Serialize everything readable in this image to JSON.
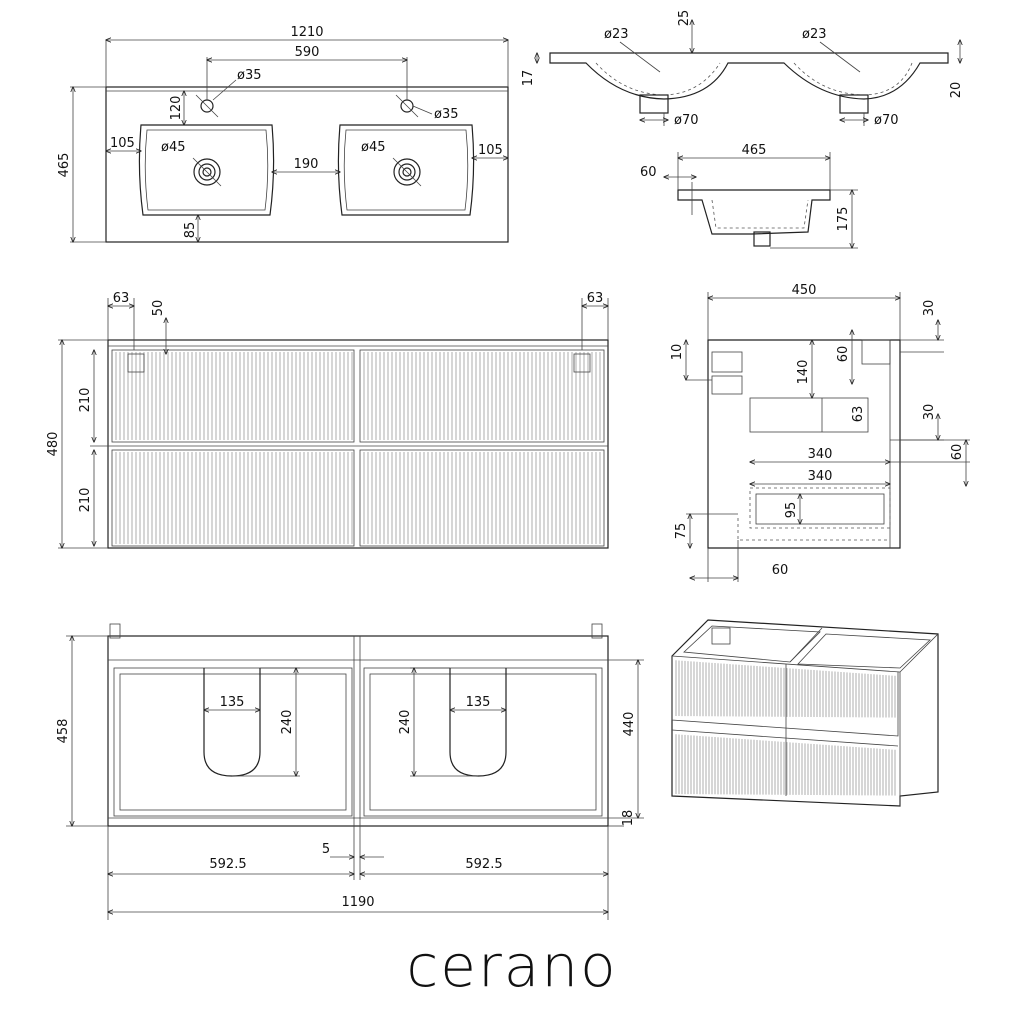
{
  "brand": "cerano",
  "top_view": {
    "width": "1210",
    "hole_spacing": "590",
    "depth": "465",
    "tap_hole_1": "ø35",
    "tap_hole_2": "ø35",
    "tap_offset": "120",
    "edge_left": "105",
    "edge_right": "105",
    "bowl_gap": "190",
    "waste_1": "ø45",
    "waste_2": "ø45",
    "front_edge": "85"
  },
  "front_section": {
    "top_depth": "25",
    "bowl_1": "ø23",
    "bowl_2": "ø23",
    "thickness_left": "17",
    "thickness_right": "20",
    "waste_1": "ø70",
    "waste_2": "ø70"
  },
  "side_section": {
    "depth": "465",
    "overhang": "60",
    "height": "175"
  },
  "front_elevation": {
    "hanger_left": "63",
    "hanger_right": "63",
    "hanger_top": "50",
    "height": "480",
    "drawer_top": "210",
    "drawer_bottom": "210"
  },
  "side_elevation": {
    "depth": "450",
    "top_gap": "30",
    "bracket": "10",
    "drawer_depth": "140",
    "slot": "60",
    "gap_mid": "30",
    "gap_mid_2": "60",
    "inner_1": "340",
    "inner_2": "340",
    "lower": "95",
    "foot_h": "75",
    "foot_w": "60",
    "small": "63"
  },
  "rear_view": {
    "height_left": "458",
    "height_right": "440",
    "cutout_w_1": "135",
    "cutout_w_2": "135",
    "cutout_h_1": "240",
    "cutout_h_2": "240",
    "plinth": "18",
    "half_1": "592.5",
    "half_2": "592.5",
    "gap": "5",
    "total": "1190"
  }
}
